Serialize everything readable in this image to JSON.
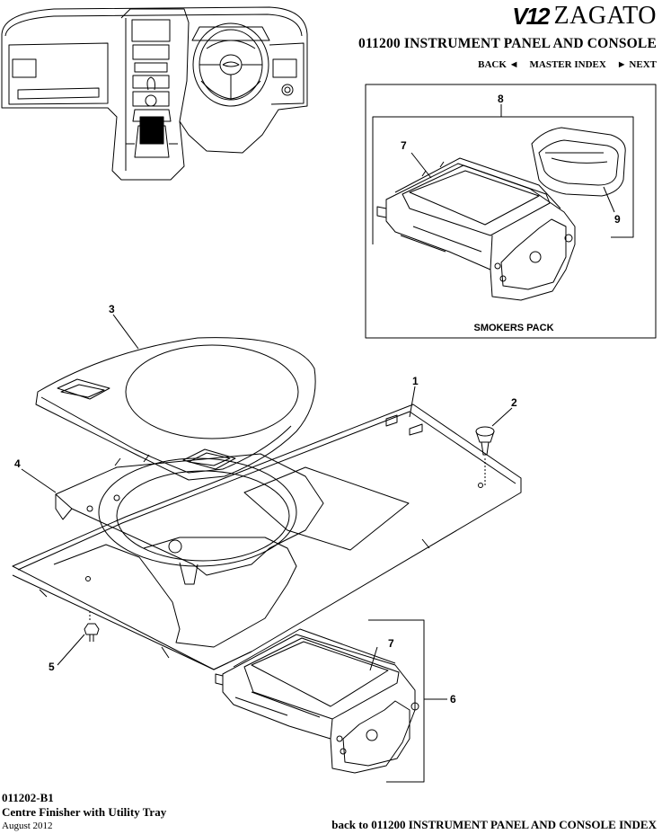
{
  "header": {
    "brand_mark": "V12",
    "brand_name": "ZAGATO",
    "section_title": "011200 INSTRUMENT PANEL AND CONSOLE",
    "nav": {
      "back": "BACK ◄",
      "master_index": "MASTER INDEX",
      "next": "► NEXT"
    }
  },
  "inset": {
    "label": "SMOKERS PACK"
  },
  "callouts": {
    "c1": "1",
    "c2": "2",
    "c3": "3",
    "c4": "4",
    "c5": "5",
    "c6": "6",
    "c7a": "7",
    "c7b": "7",
    "c8": "8",
    "c9": "9"
  },
  "footer": {
    "code": "011202-B1",
    "subtitle": "Centre Finisher with Utility Tray",
    "date": "August 2012",
    "back_link": "back to 011200 INSTRUMENT PANEL AND CONSOLE INDEX"
  }
}
